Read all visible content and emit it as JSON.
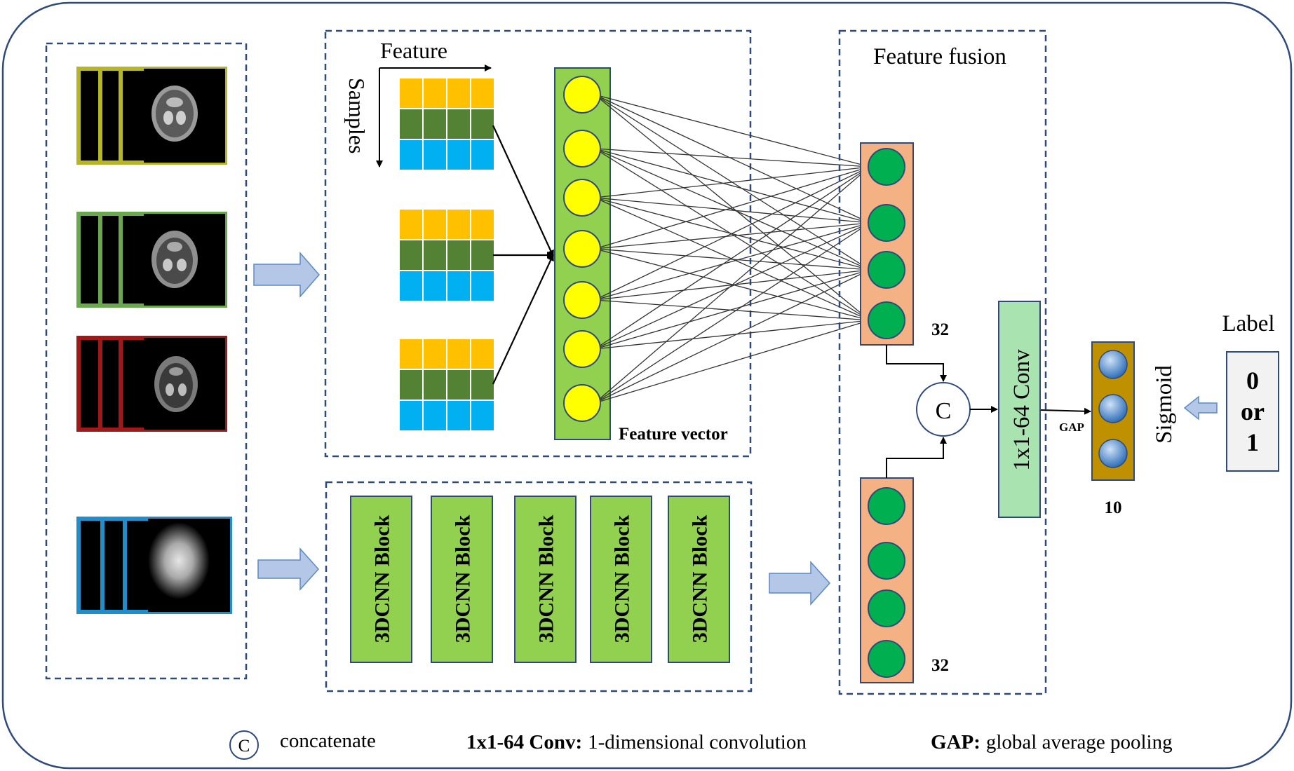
{
  "feature_panel": {
    "axis_feature": "Feature",
    "axis_samples": "Samples",
    "vector_label": "Feature vector"
  },
  "cnn_blocks": [
    "3DCNN Block",
    "3DCNN Block",
    "3DCNN Block",
    "3DCNN Block",
    "3DCNN Block"
  ],
  "fusion": {
    "title": "Feature fusion",
    "top_count": "32",
    "bottom_count": "32",
    "concat_symbol": "C",
    "conv_label": "1x1-64 Conv"
  },
  "output": {
    "gap_label": "GAP",
    "count": "10",
    "sigmoid": "Sigmoid",
    "label_title": "Label",
    "label_values": [
      "0",
      "or",
      "1"
    ]
  },
  "legend": {
    "concat_symbol": "C",
    "concat_text": "concatenate",
    "conv_term": "1x1-64 Conv:",
    "conv_desc": "1-dimensional convolution",
    "gap_term": "GAP:",
    "gap_desc": "global average pooling"
  },
  "colors": {
    "frame": "#2e4a7d",
    "yellow_cell": "#ffc000",
    "green_cell": "#548235",
    "blue_cell": "#00b0f0",
    "feature_vector_bg": "#92d050",
    "neuron_yellow": "#ffff00",
    "fusion_bg": "#f4b183",
    "neuron_green": "#00b050",
    "conv_green": "#a9e4b0",
    "output_bg": "#bf9000",
    "neuron_blue": "#4a90d9",
    "arrow_fill": "#b4c7e7",
    "cnn_block": "#92d050"
  }
}
